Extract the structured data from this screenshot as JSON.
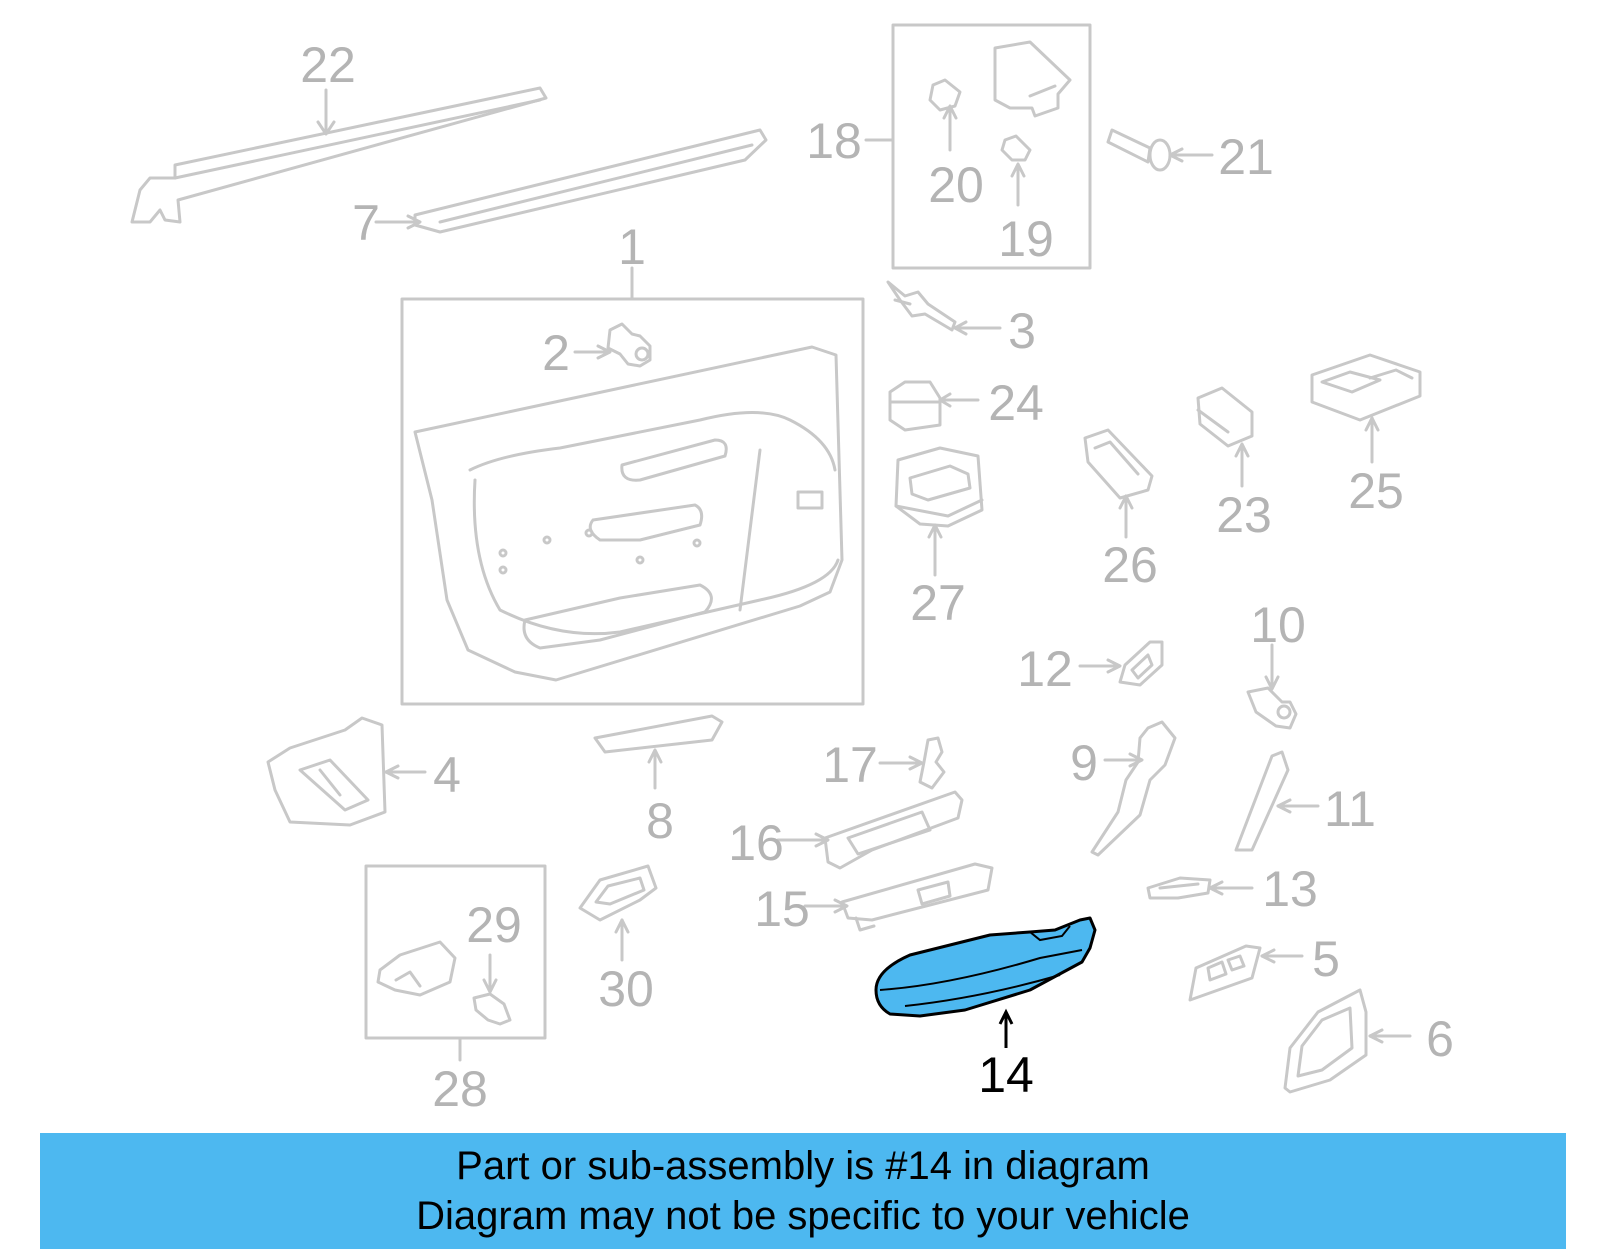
{
  "colors": {
    "line_gray": "#c8c8c8",
    "label_gray": "#b4b4b4",
    "highlight_fill": "#4db8f0",
    "highlight_stroke": "#000000",
    "banner_bg": "#4db8f0"
  },
  "highlighted_part": "14",
  "part_labels": [
    "1",
    "2",
    "3",
    "4",
    "5",
    "6",
    "7",
    "8",
    "9",
    "10",
    "11",
    "12",
    "13",
    "14",
    "15",
    "16",
    "17",
    "18",
    "19",
    "20",
    "21",
    "22",
    "23",
    "24",
    "25",
    "26",
    "27",
    "28",
    "29",
    "30"
  ],
  "banner": {
    "line1": "Part or sub-assembly is #14 in diagram",
    "line2": "Diagram may not be specific to your vehicle"
  }
}
